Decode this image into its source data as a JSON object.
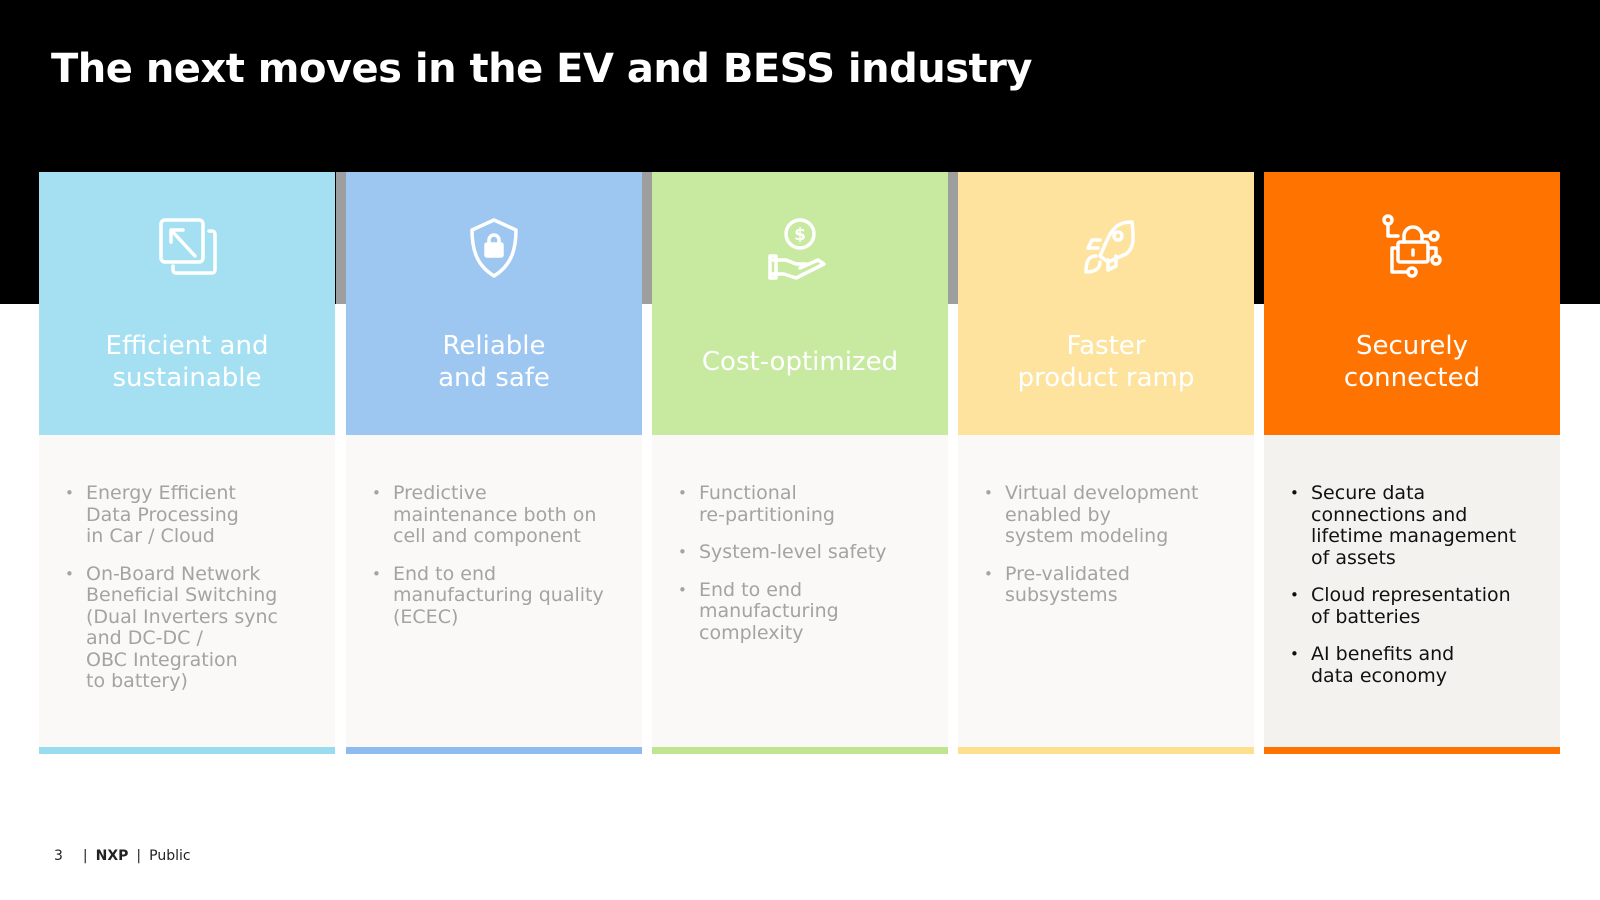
{
  "title": "The next moves in the EV and BESS industry",
  "cards": [
    {
      "icon": "efficiency-icon",
      "title": "Efficient and\nsustainable",
      "color": "#a4e0f1",
      "bar": "#9adcef",
      "bullets": [
        "Energy Efficient\nData Processing\nin Car / Cloud",
        "On-Board Network\nBeneficial Switching\n(Dual Inverters sync\nand DC-DC /\nOBC Integration\nto battery)"
      ]
    },
    {
      "icon": "shield-lock-icon",
      "title": "Reliable\nand safe",
      "color": "#9dc6f1",
      "bar": "#8fbcf0",
      "bullets": [
        "Predictive\nmaintenance both on\ncell and component",
        "End to end\nmanufacturing quality\n(ECEC)"
      ]
    },
    {
      "icon": "hand-dollar-icon",
      "title": "Cost-optimized",
      "color": "#c8e9a0",
      "bar": "#c0e591",
      "bullets": [
        "Functional\nre-partitioning",
        "System-level safety",
        "End to end\nmanufacturing\ncomplexity"
      ]
    },
    {
      "icon": "rocket-icon",
      "title": "Faster\nproduct ramp",
      "color": "#fde39e",
      "bar": "#fddf8e",
      "bullets": [
        "Virtual development\nenabled by\nsystem modeling",
        "Pre-validated\nsubsystems"
      ]
    },
    {
      "icon": "network-lock-icon",
      "title": "Securely\nconnected",
      "color": "#ff7400",
      "bar": "#ff7400",
      "bullets": [
        "Secure data\nconnections and\nlifetime management\nof assets",
        "Cloud representation\nof batteries",
        "AI benefits and\ndata economy"
      ]
    }
  ],
  "footer": {
    "page": "3",
    "brand": "NXP",
    "classification": "Public"
  }
}
